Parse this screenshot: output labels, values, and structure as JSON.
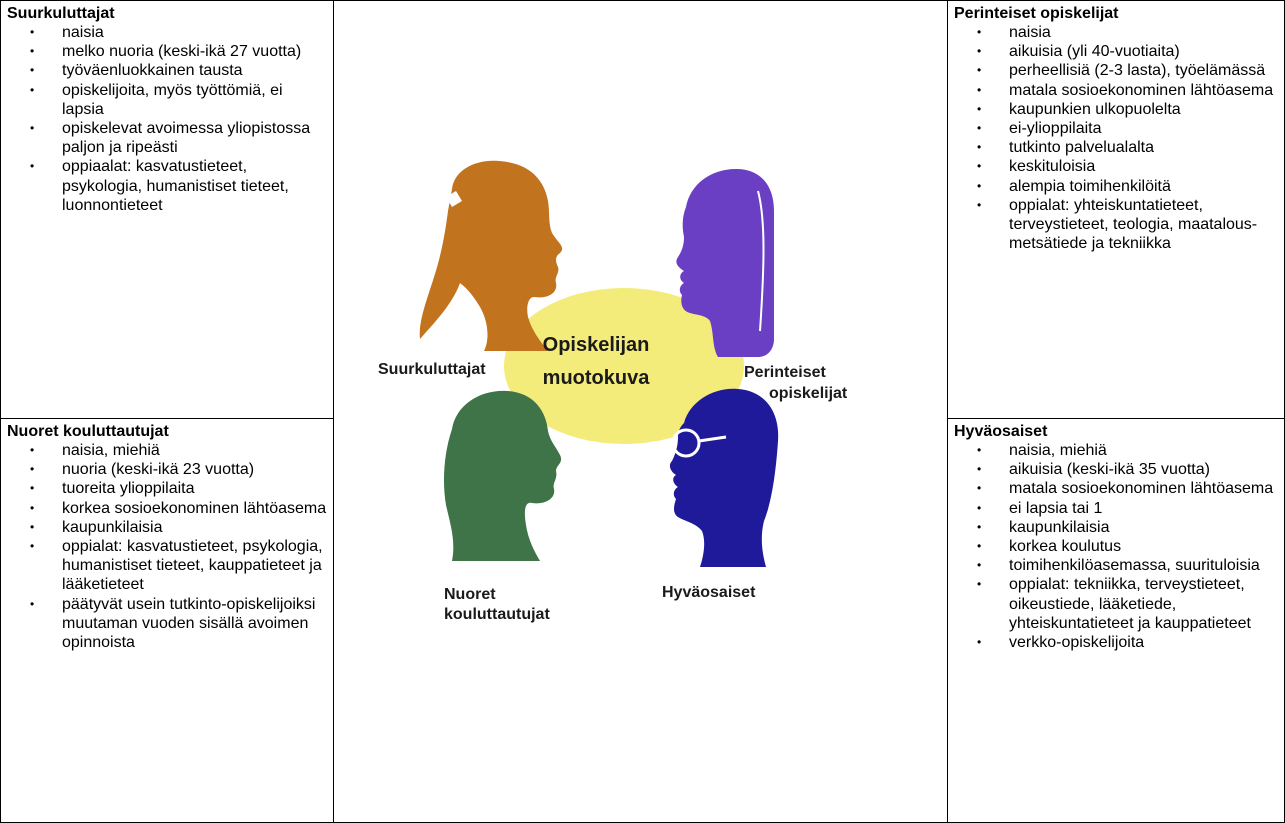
{
  "panels": {
    "top_left": {
      "title": "Suurkuluttajat",
      "items": [
        "naisia",
        "melko nuoria (keski-ikä 27 vuotta)",
        "työväenluokkainen tausta",
        "opiskelijoita, myös työttömiä, ei lapsia",
        "opiskelevat avoimessa yliopistossa paljon ja ripeästi",
        "oppiaalat: kasvatustieteet, psykologia, humanistiset tieteet, luonnontieteet"
      ]
    },
    "bottom_left": {
      "title": "Nuoret kouluttautujat",
      "items": [
        "naisia, miehiä",
        "nuoria (keski-ikä 23 vuotta)",
        "tuoreita ylioppilaita",
        "korkea sosioekonominen lähtöasema",
        "kaupunkilaisia",
        "oppialat: kasvatustieteet, psykologia, humanistiset tieteet, kauppatieteet ja lääketieteet",
        "päätyvät usein tutkinto-opiskelijoiksi muutaman vuoden sisällä avoimen opinnoista"
      ]
    },
    "top_right": {
      "title": "Perinteiset opiskelijat",
      "items": [
        "naisia",
        "aikuisia (yli 40-vuotiaita)",
        "perheellisiä (2-3 lasta), työelämässä",
        "matala sosioekonominen lähtöasema",
        "kaupunkien ulkopuolelta",
        "ei-ylioppilaita",
        "tutkinto palvelualalta",
        "keskituloisia",
        "alempia toimihenkilöitä",
        "oppialat: yhteiskuntatieteet, terveystieteet, teologia, maatalous-metsätiede ja tekniikka"
      ]
    },
    "bottom_right": {
      "title": "Hyväosaiset",
      "items": [
        "naisia, miehiä",
        "aikuisia (keski-ikä 35 vuotta)",
        "matala sosioekonominen lähtöasema",
        "ei lapsia tai 1",
        "kaupunkilaisia",
        "korkea koulutus",
        "toimihenkilöasemassa, suurituloisia",
        "oppialat: tekniikka, terveystieteet, oikeustiede, lääketiede, yhteiskuntatieteet ja kauppatieteet",
        "verkko-opiskelijoita"
      ]
    }
  },
  "figure": {
    "center_label_line1": "Opiskelijan",
    "center_label_line2": "muotokuva",
    "label_top_left": "Suurkuluttajat",
    "label_top_right_line1": "Perinteiset",
    "label_top_right_line2": "opiskelijat",
    "label_bottom_left_line1": "Nuoret",
    "label_bottom_left_line2": "kouluttautujat",
    "label_bottom_right": "Hyväosaiset",
    "colors": {
      "orange": "#c2731d",
      "purple": "#6a3fc4",
      "green": "#3e7447",
      "navy": "#1e1a99",
      "yellow": "#f4ec7a"
    }
  },
  "bullet_glyph": "•"
}
